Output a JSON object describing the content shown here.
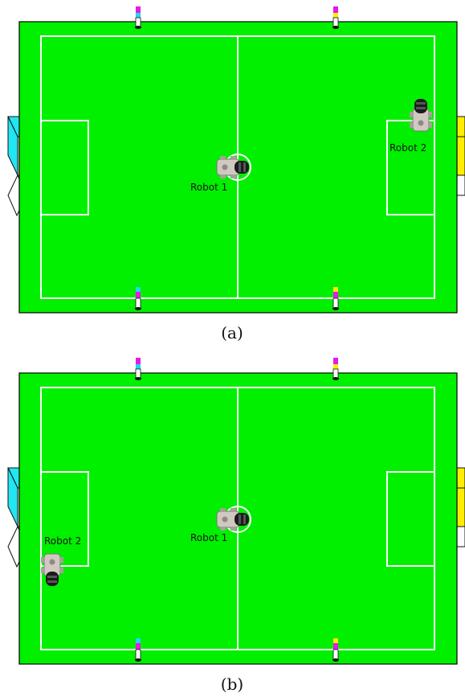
{
  "colors": {
    "field": "#00f000",
    "lines": "#ffffff",
    "goal_left": "#22e6f2",
    "goal_right": "#ffee00",
    "post_magenta": "#e61ae6",
    "post_cyan": "#22d8ee",
    "post_yellow": "#ffee00"
  },
  "panels": [
    {
      "caption": "(a)",
      "robots": [
        {
          "label": "Robot 1",
          "icon": "robot-icon",
          "heading": "east"
        },
        {
          "label": "Robot 2",
          "icon": "robot-icon",
          "heading": "north"
        }
      ]
    },
    {
      "caption": "(b)",
      "robots": [
        {
          "label": "Robot 1",
          "icon": "robot-icon",
          "heading": "east"
        },
        {
          "label": "Robot 2",
          "icon": "robot-icon",
          "heading": "south"
        }
      ]
    }
  ]
}
